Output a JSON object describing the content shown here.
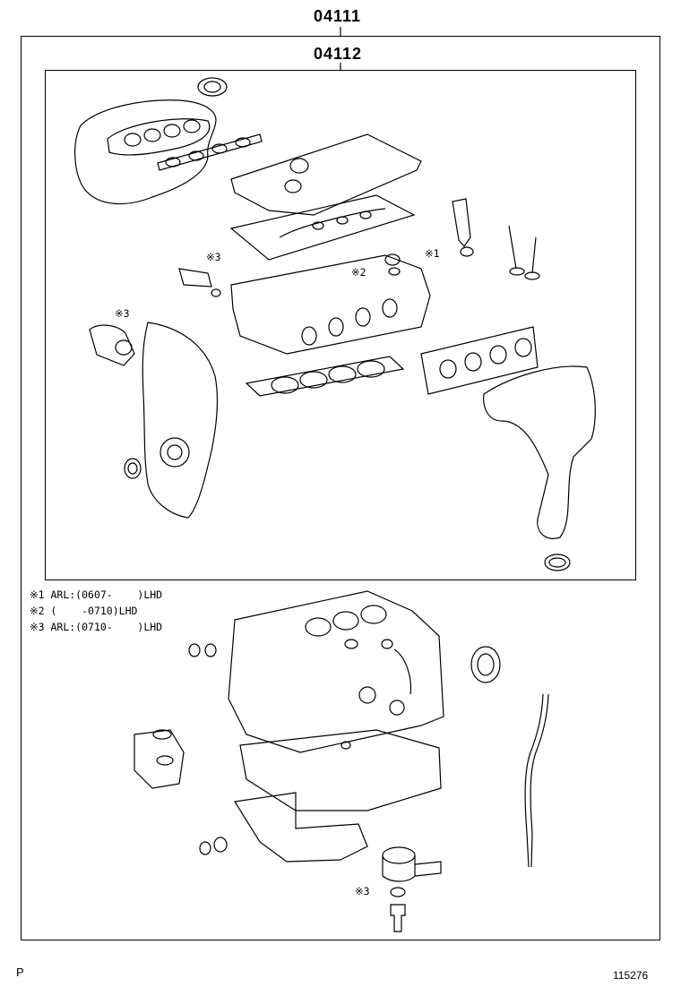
{
  "labels": {
    "assy_code": "04111",
    "kit_code": "04112",
    "note1": "※1 ARL:(0607-    )LHD",
    "note2": "※2 (    -0710)LHD",
    "note3": "※3 ARL:(0710-    )LHD",
    "callout1": "※1",
    "callout2": "※2",
    "callout3a": "※3",
    "callout3b": "※3",
    "callout3c": "※3",
    "corner_mark": "P",
    "figure_number": "115276"
  }
}
